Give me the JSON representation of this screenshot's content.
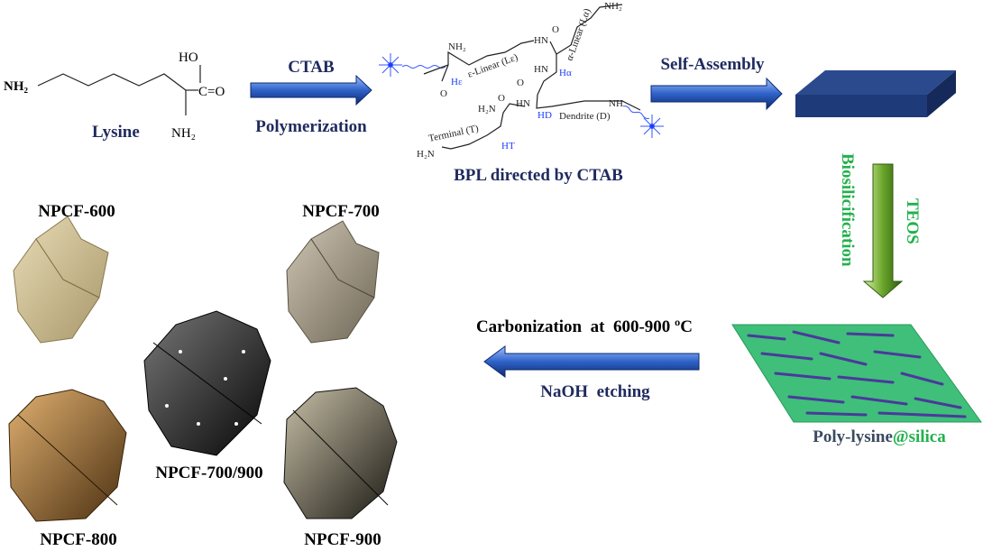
{
  "lysine": {
    "label": "Lysine",
    "nh2_left": "NH₂",
    "ho": "HO",
    "co": "C=O",
    "nh2_bottom": "NH₂"
  },
  "step1": {
    "above": "CTAB",
    "below": "Polymerization"
  },
  "bpl": {
    "caption": "BPL directed by CTAB",
    "nh2_top": "NH₂",
    "nh2_a": "NH₂",
    "hn1": "HN",
    "hn2": "HN",
    "hn3": "HN",
    "nh": "NH",
    "h2n1": "H₂N",
    "h2n2": "H₂N",
    "o1": "O",
    "o2": "O",
    "o3": "O",
    "o4": "O",
    "eps_linear": "ε-Linear (Lε)",
    "alpha_linear": "α-Linear (Lα)",
    "terminal": "Terminal (T)",
    "dendrite": "Dendrite (D)",
    "h_eps": "Hε",
    "h_alpha": "Hα",
    "h_d": "HD",
    "h_t": "HT"
  },
  "step2": {
    "label": "Self-Assembly"
  },
  "step3": {
    "left": "Biosilicification",
    "right": "TEOS"
  },
  "silica": {
    "label_prefix": "Poly-lysine",
    "label_suffix": "@silica"
  },
  "step4": {
    "above": "Carbonization  at  600-900 ºC",
    "below": "NaOH  etching"
  },
  "products": [
    "NPCF-600",
    "NPCF-700",
    "NPCF-800",
    "NPCF-900",
    "NPCF-700/900"
  ],
  "colors": {
    "navy": "#1f2a5e",
    "arrow_blue": "#2f62c8",
    "green": "#22b14c",
    "slab": "#1f3a78"
  }
}
